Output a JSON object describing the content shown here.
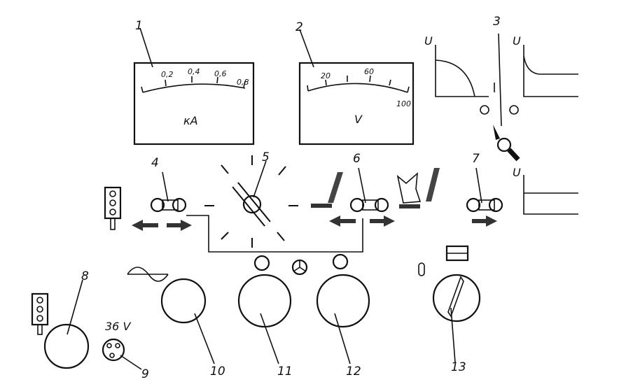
{
  "labels": {
    "l1": "1",
    "l2": "2",
    "l3": "3",
    "l4": "4",
    "l5": "5",
    "l6": "6",
    "l7": "7",
    "l8": "8",
    "l9": "9",
    "l10": "10",
    "l11": "11",
    "l12": "12",
    "l13": "13"
  },
  "ammeter": {
    "unit": "кА",
    "ticks": [
      "0,2",
      "0,4",
      "0,6",
      "0,8"
    ]
  },
  "voltmeter": {
    "unit": "V",
    "ticks": [
      "20",
      "60",
      "100"
    ]
  },
  "graphs": {
    "axis_label_1": "U",
    "axis_label_2": "U",
    "axis_label_3": "U"
  },
  "socket": {
    "voltage": "36 V"
  }
}
